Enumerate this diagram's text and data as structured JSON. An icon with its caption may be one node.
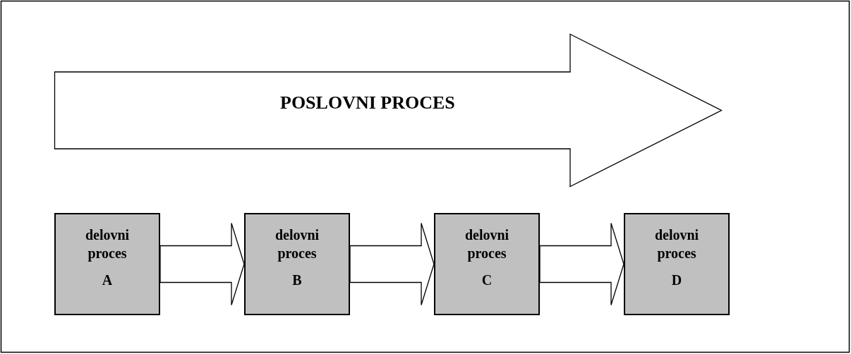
{
  "diagram": {
    "nodes": [
      {
        "text": [
          "POSLOVNI PROCES"
        ]
      },
      {
        "text": [
          "delovni proces",
          "A"
        ]
      },
      {
        "text": [
          "delovni proces",
          "B"
        ]
      },
      {
        "text": [
          "delovni proces",
          "C"
        ]
      },
      {
        "text": [
          "delovni proces",
          "D"
        ]
      }
    ],
    "edges": [
      {
        "from": 1,
        "to": 2,
        "arrow": "to"
      },
      {
        "from": 2,
        "to": 3,
        "arrow": "to"
      },
      {
        "from": 3,
        "to": 4,
        "arrow": "to"
      }
    ]
  }
}
